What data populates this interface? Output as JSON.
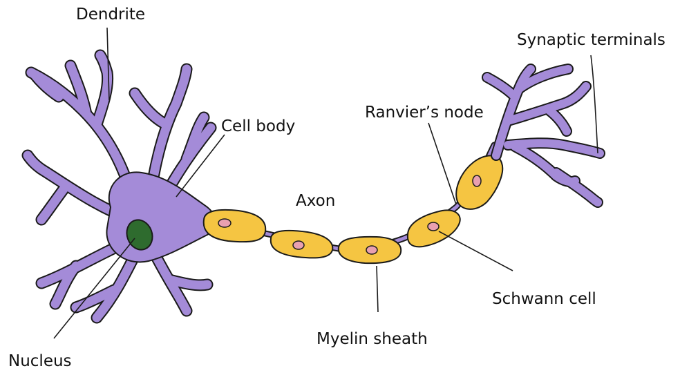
{
  "labels": {
    "dendrite": "Dendrite",
    "synaptic_terminals": "Synaptic terminals",
    "cell_body": "Cell body",
    "ranvier_node": "Ranvier’s node",
    "axon": "Axon",
    "nucleus": "Nucleus",
    "myelin_sheath": "Myelin sheath",
    "schwann_cell": "Schwann cell"
  },
  "colors": {
    "neuron": "#a48bd8",
    "nucleus": "#2e6b2e",
    "myelin": "#f5c542",
    "schwann_nucleus": "#e9a0b0",
    "outline": "#1a1a1a"
  }
}
